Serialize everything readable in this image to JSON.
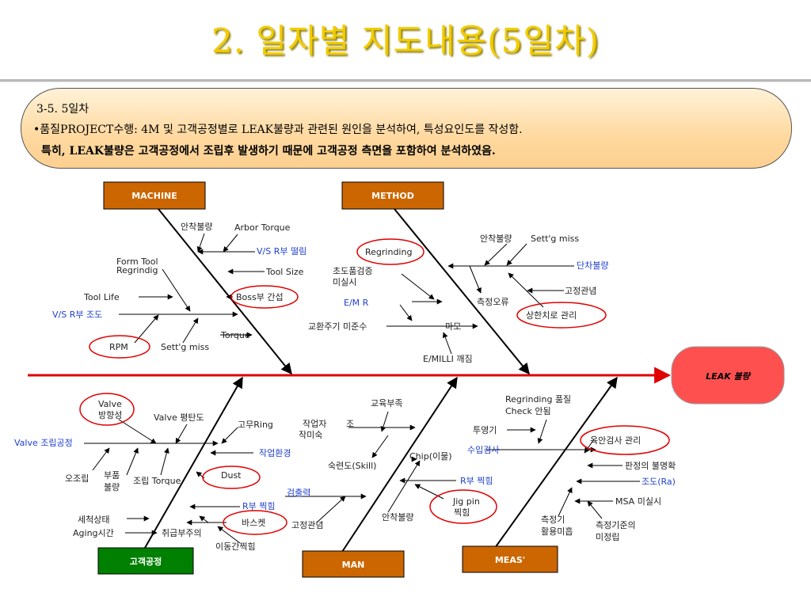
{
  "title": "2. 일자별 지도내용(5일차)",
  "note": {
    "line1": "3-5.   5일차",
    "line2": "•품질PROJECT수행: 4M 및 고객공정별로 LEAK불량과 관련된 원인을 분석하여,  특성요인도를 작성함.",
    "line3": "특히, LEAK불량은 고객공정에서  조립후 발생하기 때문에  고객공정 측면을 포함하여 분석하였음."
  },
  "effect": "LEAK 불량",
  "categories": {
    "machine": "MACHINE",
    "method": "METHOD",
    "customer": "고객공정",
    "man": "MAN",
    "meas": "MEAS'"
  },
  "machine": {
    "c1": "안착불량",
    "c2": "Arbor Torque",
    "c3": "V/S R부 떨림",
    "c4a": "Form Tool",
    "c4b": "Regrindig",
    "c5": "Tool Size",
    "c6": "Tool Life",
    "c7": "Boss부 간섭",
    "c8": "V/S R부 조도",
    "c9": "Torque",
    "c10": "RPM",
    "c11": "Sett'g miss"
  },
  "method": {
    "c1": "Regrinding",
    "c2": "안착불량",
    "c3": "Sett'g miss",
    "c4a": "초도품검증",
    "c4b": "미실시",
    "c5": "단차불량",
    "c6": "고정관념",
    "c7": "E/M  R",
    "c8": "측정오류",
    "c9": "상한치로 관리",
    "c10": "교환주기 미준수",
    "c11": "마모",
    "c12": "E/MILLI 깨짐"
  },
  "customer": {
    "c1a": "Valve",
    "c1b": "방향성",
    "c2": "Valve 평탄도",
    "c3": "고무Ring",
    "c4": "Valve 조립공정",
    "c5": "작업환경",
    "c6": "오조립",
    "c7a": "부품",
    "c7b": "불량",
    "c8": "조립 Torque",
    "c9": "Dust",
    "c10": "R부 찍힘",
    "c11": "세척상태",
    "c12": "바스켓",
    "c13": "Aging시간",
    "c14": "취급부주의",
    "c15": "이동간찍힘"
  },
  "man": {
    "c1": "교육부족",
    "c2a": "작업자",
    "c2b": "조",
    "c2c": "작미숙",
    "c3": "Chip(이물)",
    "c4": "숙련도(Skill)",
    "c5": "R부 찍힘",
    "c6": "검출력",
    "c7a": "Jig pin",
    "c7b": "찍힘",
    "c8": "고정관념",
    "c9": "안착불량"
  },
  "meas": {
    "c1a": "Regrinding 품질",
    "c1b": "Check 안됨",
    "c2": "투영기",
    "c3": "육안검사 관리",
    "c4": "수입검사",
    "c5": "판정의 불명확",
    "c6": "조도(Ra)",
    "c7": "MSA 미실시",
    "c8a": "측정기",
    "c8b": "활용미흡",
    "c9a": "측정기준의",
    "c9b": "미정립"
  },
  "colors": {
    "category_box": "#cc6600",
    "customer_box": "#008000",
    "spine": "#e00000",
    "circle": "#e00000",
    "effect_fill": "#ff5050",
    "blue_text": "#1f3fd0",
    "title": "#f2cc00"
  }
}
